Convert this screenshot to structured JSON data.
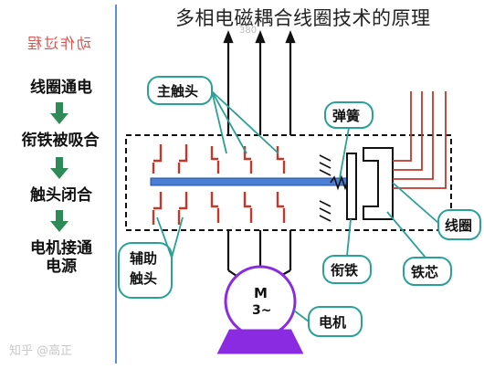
{
  "title": "多相电磁耦合线圈技术的原理",
  "sidebar": {
    "heading": "动作过程",
    "steps": [
      "线圈通电",
      "衔铁被吸合",
      "触头闭合",
      "电机接通\n电源"
    ]
  },
  "labels": {
    "main_contact": "主触头",
    "spring": "弹簧",
    "coil": "线圈",
    "aux_contact": "辅助\n触头",
    "armature": "衔铁",
    "iron_core": "铁芯",
    "motor": "电机",
    "motor_symbol": "M",
    "motor_phase": "3~"
  },
  "watermark": "知乎 @高正",
  "colors": {
    "contact": "#c0392b",
    "wire": "#111111",
    "rod": "#4a7fd4",
    "motor": "#8a2be2",
    "callout": "#2aa198",
    "sidebar_arrow": "#2e8b57"
  }
}
